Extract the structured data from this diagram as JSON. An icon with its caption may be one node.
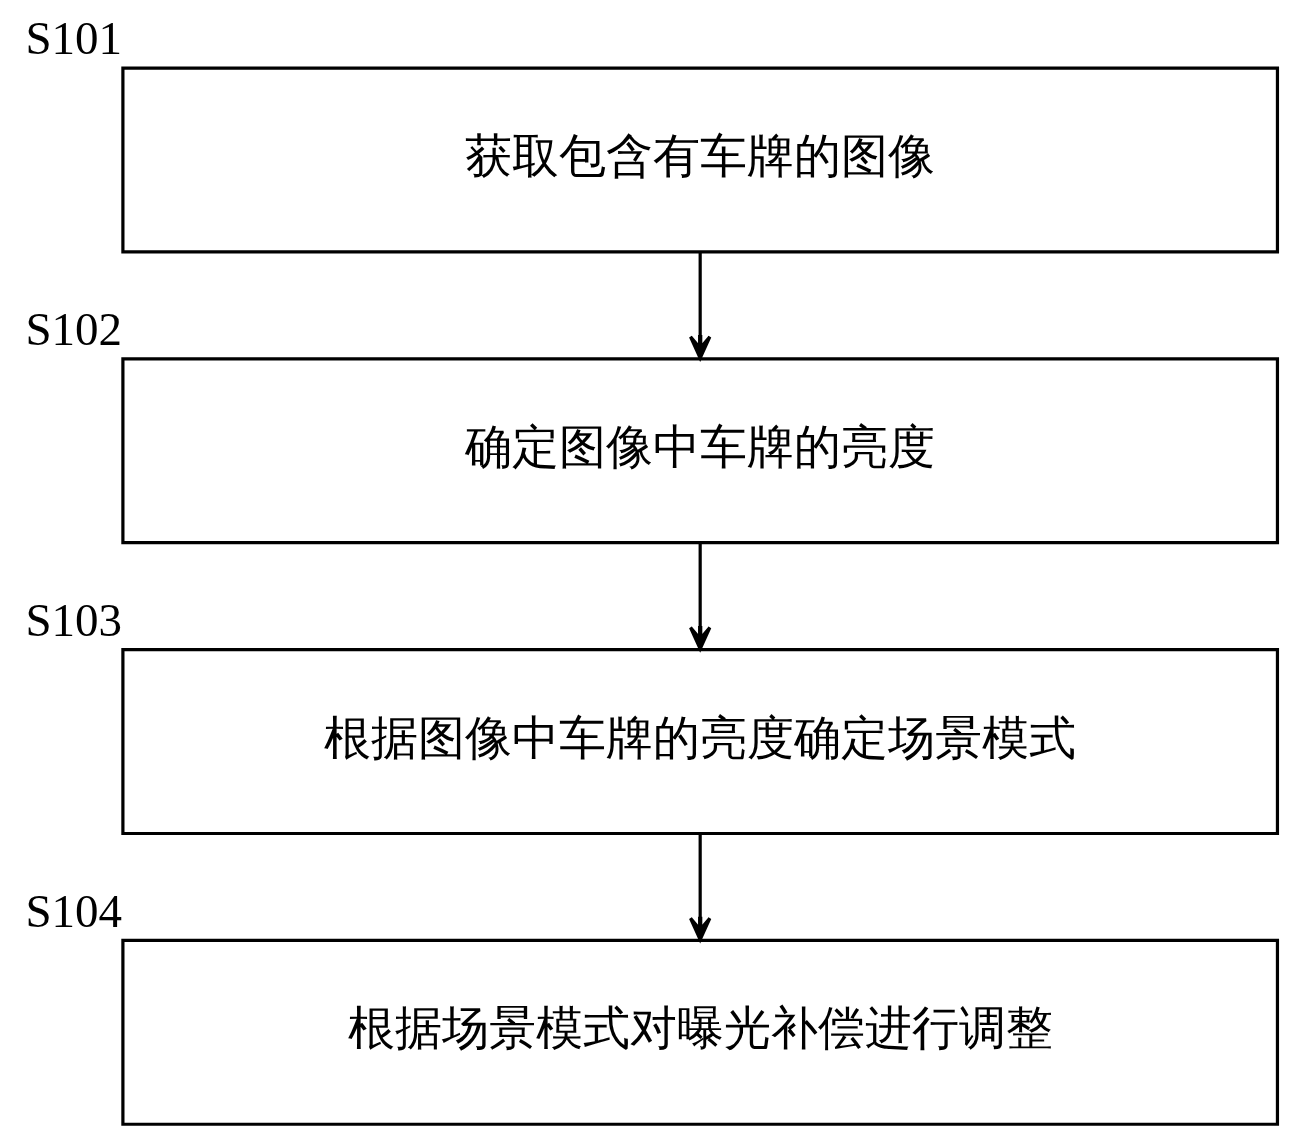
{
  "diagram": {
    "nodes": [
      {
        "text": [
          "获取包含有车牌的图像"
        ],
        "beside": [
          "S101"
        ]
      },
      {
        "text": [
          "确定图像中车牌的亮度"
        ],
        "beside": [
          "S102"
        ]
      },
      {
        "text": [
          "根据图像中车牌的亮度确定场景模式"
        ],
        "beside": [
          "S103"
        ]
      },
      {
        "text": [
          "根据场景模式对曝光补偿进行调整"
        ],
        "beside": [
          "S104"
        ]
      }
    ],
    "edges": [
      {
        "from": 0,
        "to": 1,
        "arrow": "to"
      },
      {
        "from": 1,
        "to": 2,
        "arrow": "to"
      },
      {
        "from": 2,
        "to": 3,
        "arrow": "to"
      }
    ]
  }
}
